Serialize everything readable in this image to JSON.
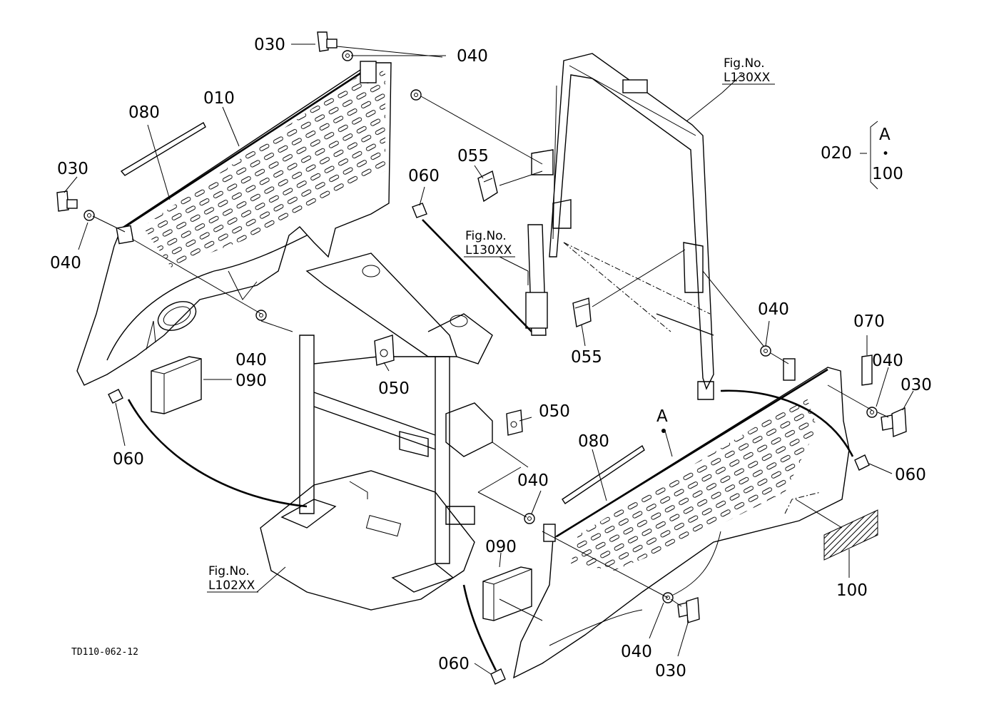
{
  "diagram_id": "TD110-062-12",
  "figure_refs": {
    "frame_top": {
      "fig": "Fig.No.",
      "code": "L130XX"
    },
    "frame_mid": {
      "fig": "Fig.No.",
      "code": "L130XX"
    },
    "base": {
      "fig": "Fig.No.",
      "code": "L102XX"
    }
  },
  "set_note": {
    "number": "020",
    "from": "A",
    "dot": "•",
    "to": "100"
  },
  "marker_a": "A",
  "callouts": {
    "c010": "010",
    "c030_top": "030",
    "c040_top": "040",
    "c080_left": "080",
    "c030_left": "030",
    "c040_left": "040",
    "c060_top": "060",
    "c055_top": "055",
    "c040_mid": "040",
    "c090_left": "090",
    "c050_left": "050",
    "c060_left": "060",
    "c055_mid": "055",
    "c040_right": "040",
    "c070": "070",
    "c040_right2": "040",
    "c030_right": "030",
    "c050_right": "050",
    "c080_right": "080",
    "c040_low": "040",
    "c060_right": "060",
    "c090_low": "090",
    "c100": "100",
    "c040_bottom": "040",
    "c030_bottom": "030",
    "c060_bottom": "060"
  }
}
